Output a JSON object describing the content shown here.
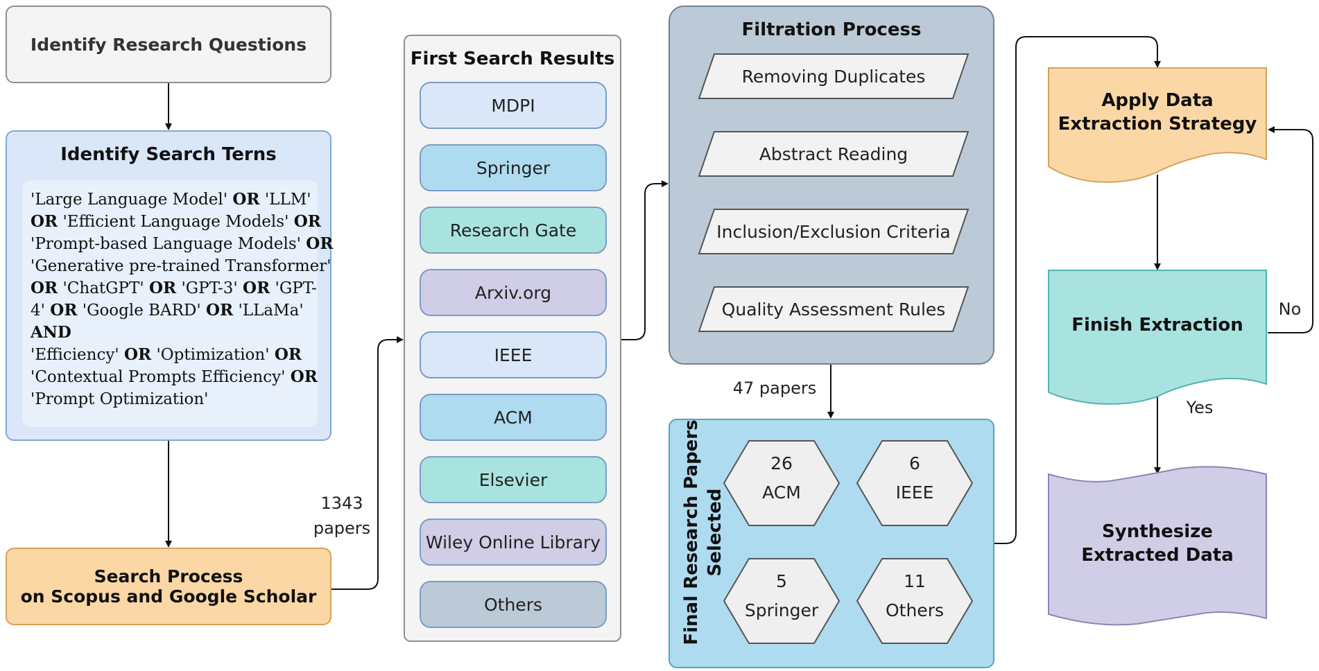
{
  "research_questions": "Identify Research Questions",
  "search_terms": {
    "title": "Identify Search Terns",
    "lines": [
      [
        {
          "t": "'Large Language Model' "
        },
        {
          "t": "OR",
          "b": true
        },
        {
          "t": " 'LLM'"
        }
      ],
      [
        {
          "t": "OR",
          "b": true
        },
        {
          "t": " 'Efficient Language Models' "
        },
        {
          "t": "OR",
          "b": true
        }
      ],
      [
        {
          "t": "'Prompt-based Language Models' "
        },
        {
          "t": "OR",
          "b": true
        }
      ],
      [
        {
          "t": "'Generative pre-trained Transformer'"
        }
      ],
      [
        {
          "t": "OR",
          "b": true
        },
        {
          "t": " 'ChatGPT' "
        },
        {
          "t": "OR",
          "b": true
        },
        {
          "t": " 'GPT-3' "
        },
        {
          "t": "OR",
          "b": true
        },
        {
          "t": " 'GPT-"
        }
      ],
      [
        {
          "t": "4' "
        },
        {
          "t": "OR",
          "b": true
        },
        {
          "t": " 'Google BARD' "
        },
        {
          "t": "OR",
          "b": true
        },
        {
          "t": " 'LLaMa'"
        }
      ],
      [
        {
          "t": "AND",
          "b": true
        }
      ],
      [
        {
          "t": "'Efficiency' "
        },
        {
          "t": "OR",
          "b": true
        },
        {
          "t": " 'Optimization' "
        },
        {
          "t": "OR",
          "b": true
        }
      ],
      [
        {
          "t": "'Contextual Prompts Efficiency' "
        },
        {
          "t": "OR",
          "b": true
        }
      ],
      [
        {
          "t": "'Prompt Optimization'"
        }
      ]
    ]
  },
  "search_process": {
    "line1": "Search Process",
    "line2": "on Scopus and Google Scholar"
  },
  "papers_1343": {
    "line1": "1343",
    "line2": "papers"
  },
  "first_search": {
    "title": "First Search Results",
    "sources": [
      {
        "label": "MDPI",
        "color": "#d9e7f8"
      },
      {
        "label": "Springer",
        "color": "#aedbef"
      },
      {
        "label": "Research Gate",
        "color": "#a9e3e0"
      },
      {
        "label": "Arxiv.org",
        "color": "#d0cde6"
      },
      {
        "label": "IEEE",
        "color": "#d9e7f8"
      },
      {
        "label": "ACM",
        "color": "#aedbef"
      },
      {
        "label": "Elsevier",
        "color": "#a9e3e0"
      },
      {
        "label": "Wiley Online Library",
        "color": "#d0cde6"
      },
      {
        "label": "Others",
        "color": "#bccad8"
      }
    ]
  },
  "filtration": {
    "title": "Filtration Process",
    "steps": [
      "Removing Duplicates",
      "Abstract Reading",
      "Inclusion/Exclusion Criteria",
      "Quality Assessment Rules"
    ]
  },
  "papers_47": "47 papers",
  "final": {
    "label_line1": "Final Research Papers",
    "label_line2": "Selected",
    "items": [
      {
        "count": "26",
        "name": "ACM"
      },
      {
        "count": "6",
        "name": "IEEE"
      },
      {
        "count": "5",
        "name": "Springer"
      },
      {
        "count": "11",
        "name": "Others"
      }
    ]
  },
  "extraction": {
    "apply": {
      "line1": "Apply Data",
      "line2": "Extraction Strategy"
    },
    "finish": "Finish Extraction",
    "synthesize": {
      "line1": "Synthesize",
      "line2": "Extracted Data"
    },
    "no_label": "No",
    "yes_label": "Yes"
  },
  "colors": {
    "orange": "#fad7a5",
    "teal": "#a9e3e0",
    "lavender": "#d0cde6",
    "blue": "#aedbef",
    "gray": "#bccad8"
  }
}
